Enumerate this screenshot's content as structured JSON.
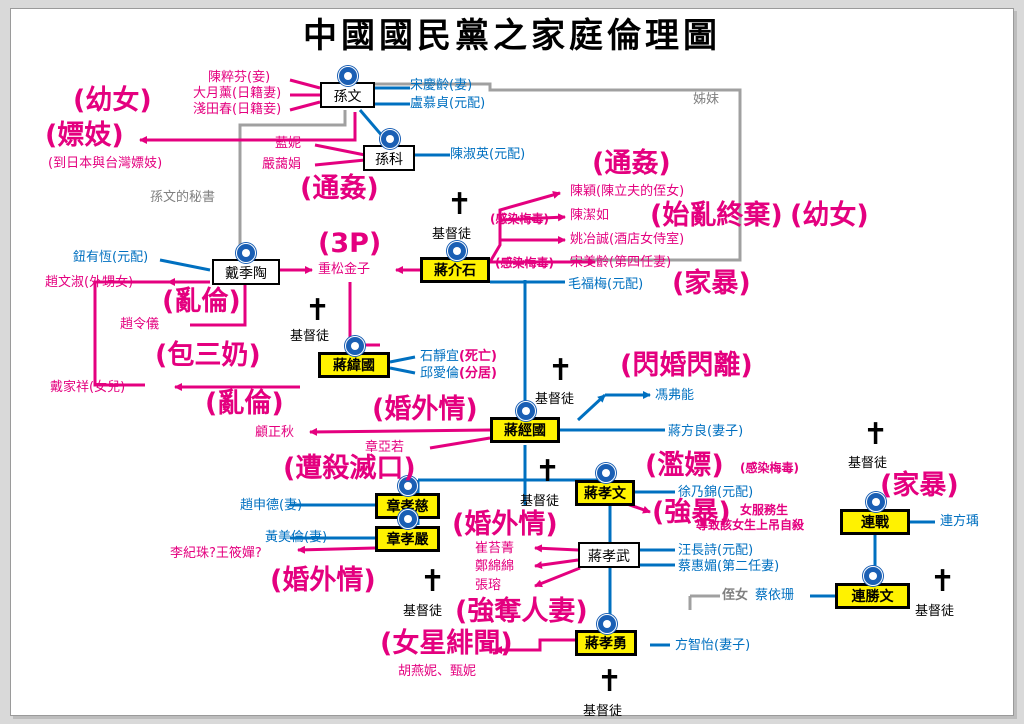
{
  "title": "中國國民黨之家庭倫理圖",
  "colors": {
    "pink": "#e4007f",
    "blue": "#0070c0",
    "gray": "#a0a0a0",
    "yellow": "#fff200"
  },
  "nodes": {
    "sun_wen": "孫文",
    "sun_ke": "孫科",
    "dai_jitao": "戴季陶",
    "chiang_kaishek": "蔣介石",
    "chiang_weikuo": "蔣緯國",
    "chiang_chingkuo": "蔣經國",
    "chiang_hsiaowen": "蔣孝文",
    "chang_hsiaotzu": "章孝慈",
    "chang_hsiaoyen": "章孝嚴",
    "chiang_hsiaowu": "蔣孝武",
    "chiang_hsiaoyung": "蔣孝勇",
    "lien_chan": "連戰",
    "lien_shengwen": "連勝文"
  },
  "labels": {
    "sun_w1": "陳粹芬(妾)",
    "sun_w2": "大月薰(日籍妻)",
    "sun_w3": "淺田春(日籍妾)",
    "soong_chingling": "宋慶齡(妻)",
    "lu_muzhen": "盧慕貞(元配)",
    "jiemei": "姊妹",
    "japan_taiwan": "(到日本與台灣嫖妓)",
    "lan_ni": "藍妮",
    "yan_aijuan": "嚴藹娟",
    "chen_shuying": "陳淑英(元配)",
    "secretary": "孫文的秘書",
    "chen_ying": "陳穎(陳立夫的侄女)",
    "chen_jieru": "陳潔如",
    "yao_yecheng": "姚冶誠(酒店女侍室)",
    "soong_meiling": "宋美齡(第四任妻)",
    "mao_fumei": "毛福梅(元配)",
    "niu_youheng": "鈕有恆(元配)",
    "zhao_wenshu": "趙文淑(外甥女)",
    "shigematsu": "重松金子",
    "zhao_lingyi": "趙令儀",
    "shi_jingyi": "石靜宜",
    "qiu_ailun": "邱愛倫",
    "dead": "(死亡)",
    "separate": "(分居)",
    "dai_jiaxiang": "戴家祥(女兒)",
    "feng_funeng": "馮弗能",
    "gu_zhengqiu": "顧正秋",
    "chang_yajo": "章亞若",
    "fang_liang": "蔣方良(妻子)",
    "xu_naijin": "徐乃錦(元配)",
    "zhao_shende": "趙申德(妻)",
    "huang_meilun": "黃美倫(妻)",
    "li_wang": "李紀珠?王筱嬋?",
    "cui_taiqing": "崔苔菁",
    "zheng_mianmian": "鄭綿綿",
    "zhang_rong": "張瑢",
    "wang_changshi": "汪長詩(元配)",
    "cai_huimei": "蔡惠媚(第二任妻)",
    "niece_prefix": "侄女",
    "cai_yishan": "蔡依珊",
    "lian_fangyu": "連方瑀",
    "fang_zhiyi": "方智怡(妻子)",
    "hu_zhen": "胡燕妮、甄妮",
    "christian": "基督徒"
  },
  "tags": {
    "young_girl_1": "(幼女)",
    "prostitute": "(嫖妓)",
    "adultery_1": "(通姦)",
    "adultery_2": "(通姦)",
    "three_p": "(3P)",
    "incest_1": "(亂倫)",
    "mistress": "(包三奶)",
    "incest_2": "(亂倫)",
    "chaos_abandon": "(始亂終棄)",
    "young_girl_2": "(幼女)",
    "domestic_violence_1": "(家暴)",
    "infected_1": "(感染梅毒)",
    "infected_2": "(感染梅毒)",
    "infected_3": "(感染梅毒)",
    "flash_marriage": "(閃婚閃離)",
    "affair_1": "(婚外情)",
    "murder": "(遭殺滅口)",
    "whoring": "(濫嫖)",
    "rape": "(強暴)",
    "rape_note_1": "女服務生",
    "rape_note_2": "導致該女生上吊自殺",
    "affair_2": "(婚外情)",
    "affair_3": "(婚外情)",
    "steal_wife": "(強奪人妻)",
    "star_scandal": "(女星緋聞)",
    "domestic_violence_2": "(家暴)"
  }
}
